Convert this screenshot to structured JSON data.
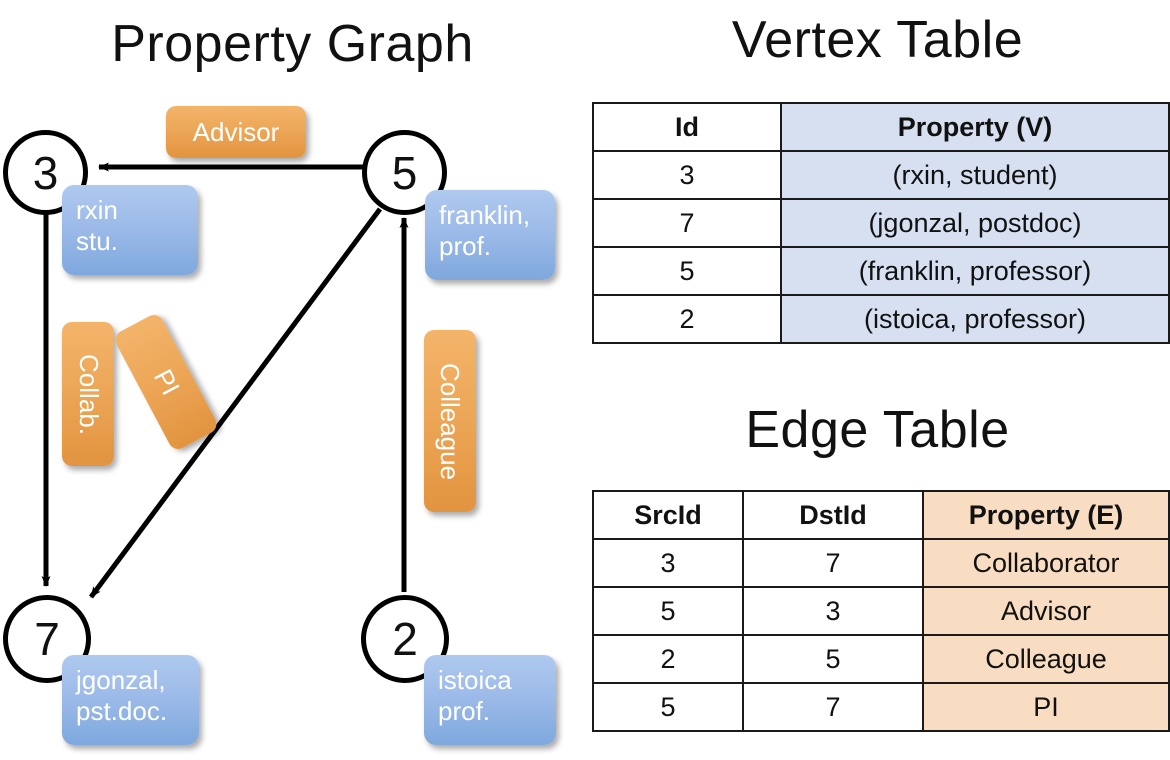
{
  "titles": {
    "property_graph": "Property Graph",
    "vertex_table": "Vertex Table",
    "edge_table": "Edge Table"
  },
  "graph": {
    "nodes": [
      {
        "id": "3",
        "label": "3",
        "property_lines": [
          "rxin",
          "stu."
        ]
      },
      {
        "id": "5",
        "label": "5",
        "property_lines": [
          "franklin,",
          "prof."
        ]
      },
      {
        "id": "7",
        "label": "7",
        "property_lines": [
          "jgonzal,",
          "pst.doc."
        ]
      },
      {
        "id": "2",
        "label": "2",
        "property_lines": [
          "istoica",
          "prof."
        ]
      }
    ],
    "edges": [
      {
        "src": "5",
        "dst": "3",
        "label": "Advisor"
      },
      {
        "src": "3",
        "dst": "7",
        "label": "Collab."
      },
      {
        "src": "5",
        "dst": "7",
        "label": "PI"
      },
      {
        "src": "2",
        "dst": "5",
        "label": "Colleague"
      }
    ]
  },
  "vertex_table": {
    "headers": [
      "Id",
      "Property (V)"
    ],
    "rows": [
      [
        "3",
        "(rxin, student)"
      ],
      [
        "7",
        "(jgonzal, postdoc)"
      ],
      [
        "5",
        "(franklin, professor)"
      ],
      [
        "2",
        "(istoica, professor)"
      ]
    ]
  },
  "edge_table": {
    "headers": [
      "SrcId",
      "DstId",
      "Property (E)"
    ],
    "rows": [
      [
        "3",
        "7",
        "Collaborator"
      ],
      [
        "5",
        "3",
        "Advisor"
      ],
      [
        "2",
        "5",
        "Colleague"
      ],
      [
        "5",
        "7",
        "PI"
      ]
    ]
  },
  "colors": {
    "vertex_property_box": "#9dbbe9",
    "edge_label_box": "#eda758",
    "vertex_table_cell": "#d6e0f1",
    "edge_table_cell": "#f8ddc2",
    "stroke": "#000000",
    "background": "#ffffff"
  }
}
